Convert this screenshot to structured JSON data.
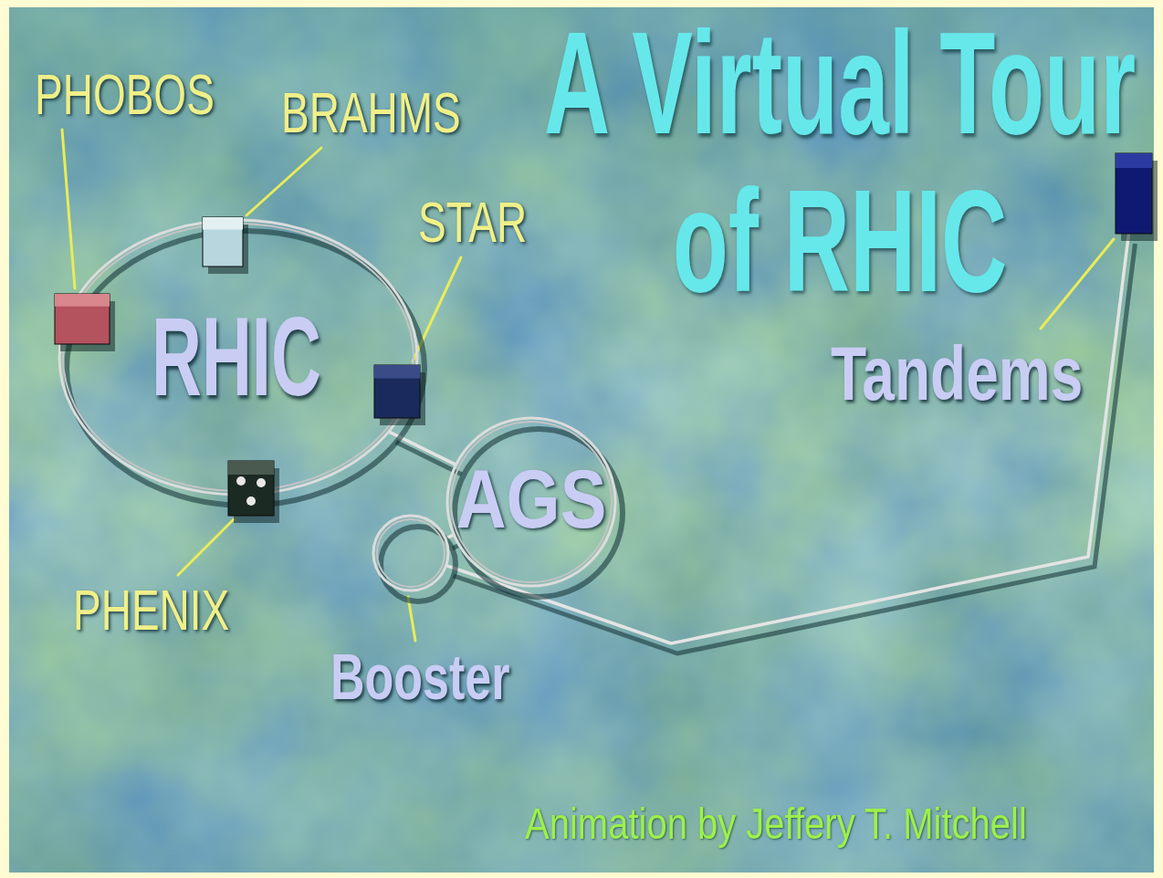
{
  "diagram": {
    "title": "A Virtual Tour of RHIC",
    "caption": "Animation by Jeffery T. Mitchell",
    "nodes": [
      {
        "text": [
          "RHIC"
        ]
      },
      {
        "text": [
          "PHOBOS"
        ]
      },
      {
        "text": [
          "BRAHMS"
        ]
      },
      {
        "text": [
          "STAR"
        ]
      },
      {
        "text": [
          "PHENIX"
        ]
      },
      {
        "text": [
          "AGS"
        ]
      },
      {
        "text": [
          "Booster"
        ]
      },
      {
        "text": [
          "Tandems"
        ]
      }
    ],
    "edges": [
      {
        "from": 7,
        "to": 6,
        "arrow": "none"
      },
      {
        "from": 6,
        "to": 5,
        "arrow": "none"
      },
      {
        "from": 5,
        "to": 0,
        "arrow": "none"
      }
    ]
  }
}
